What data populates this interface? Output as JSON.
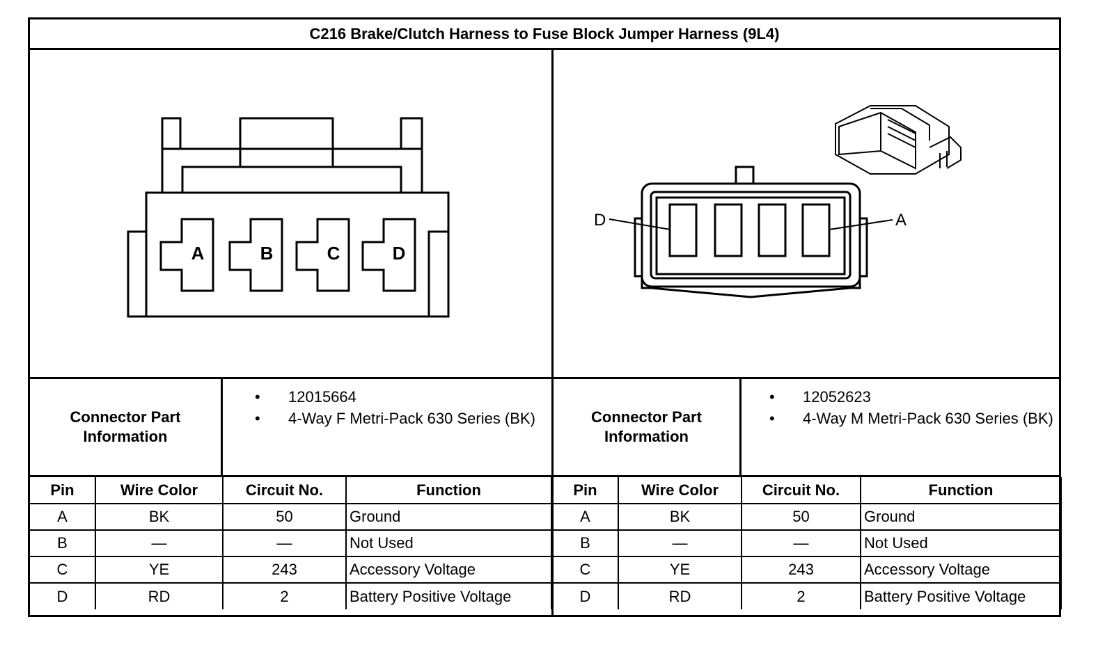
{
  "title": "C216 Brake/Clutch Harness to Fuse Block Jumper Harness (9L4)",
  "left": {
    "pin_labels": [
      "A",
      "B",
      "C",
      "D"
    ],
    "info_label_line1": "Connector Part",
    "info_label_line2": "Information",
    "part_items": [
      "12015664",
      "4-Way F Metri-Pack 630 Series (BK)"
    ],
    "headers": [
      "Pin",
      "Wire Color",
      "Circuit No.",
      "Function"
    ],
    "rows": [
      [
        "A",
        "BK",
        "50",
        "Ground"
      ],
      [
        "B",
        "—",
        "—",
        "Not Used"
      ],
      [
        "C",
        "YE",
        "243",
        "Accessory Voltage"
      ],
      [
        "D",
        "RD",
        "2",
        "Battery Positive Voltage"
      ]
    ]
  },
  "right": {
    "callout_left": "D",
    "callout_right": "A",
    "info_label_line1": "Connector Part",
    "info_label_line2": "Information",
    "part_items": [
      "12052623",
      "4-Way M Metri-Pack 630 Series (BK)"
    ],
    "headers": [
      "Pin",
      "Wire Color",
      "Circuit No.",
      "Function"
    ],
    "rows": [
      [
        "A",
        "BK",
        "50",
        "Ground"
      ],
      [
        "B",
        "—",
        "—",
        "Not Used"
      ],
      [
        "C",
        "YE",
        "243",
        "Accessory Voltage"
      ],
      [
        "D",
        "RD",
        "2",
        "Battery Positive Voltage"
      ]
    ]
  }
}
